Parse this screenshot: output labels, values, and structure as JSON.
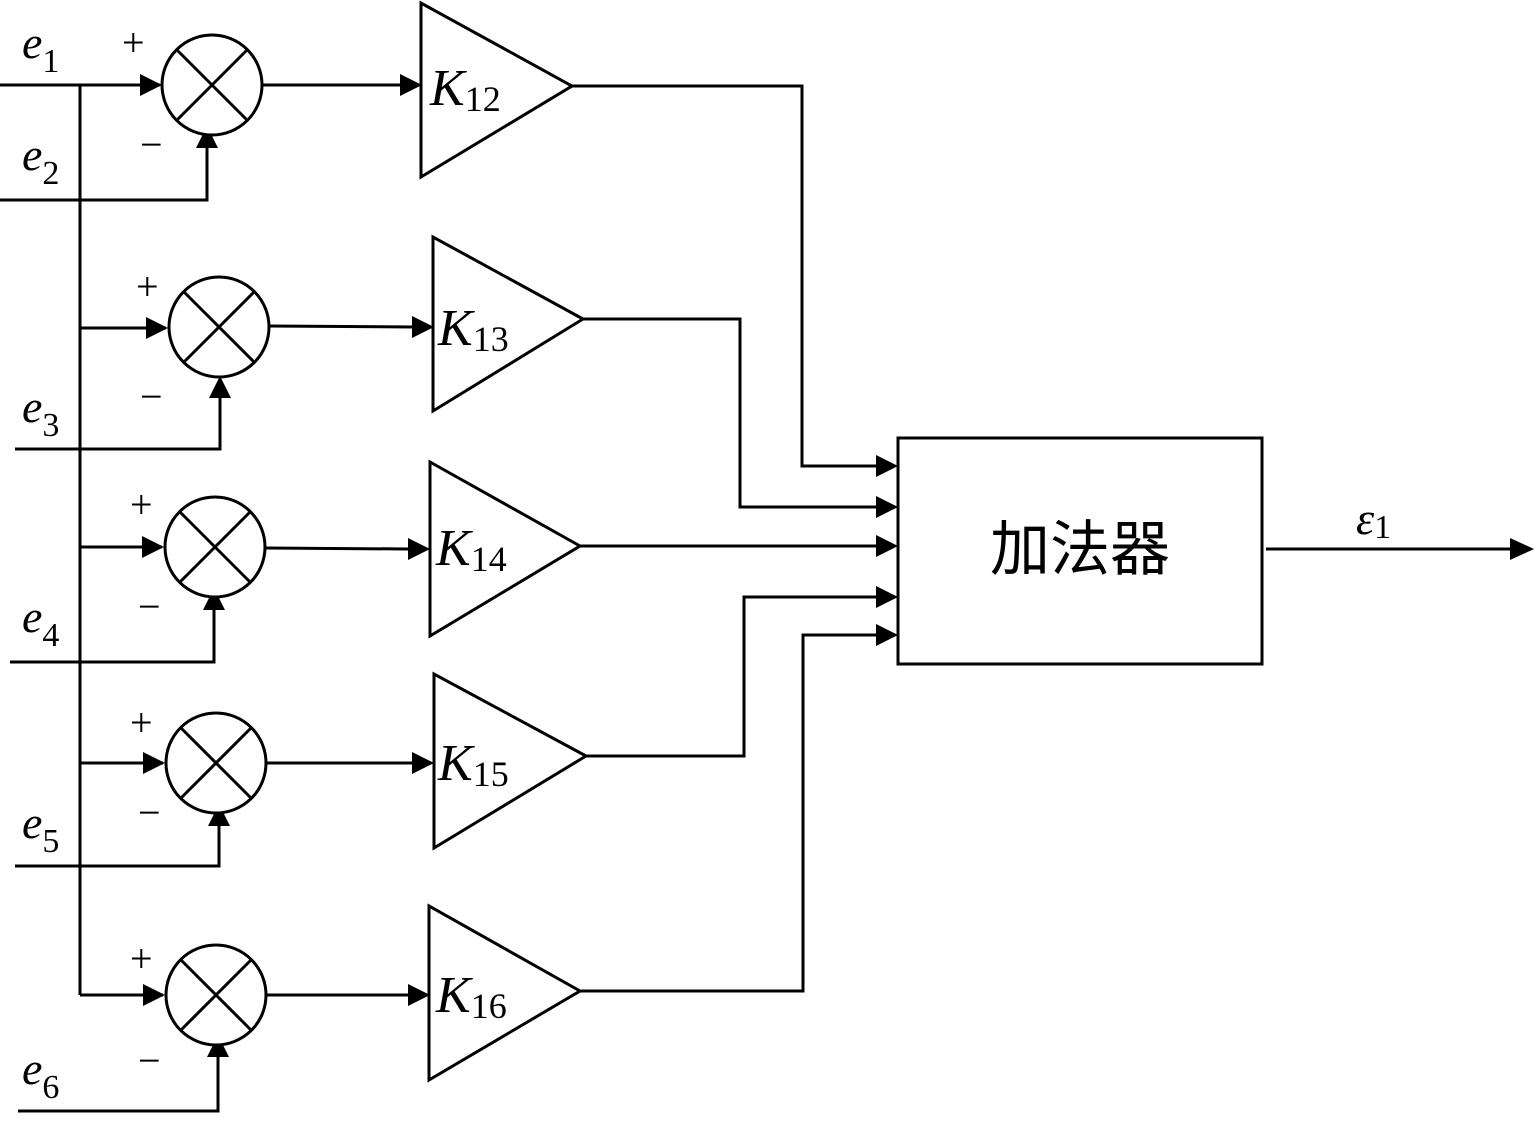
{
  "inputs": [
    {
      "sym": "e",
      "sub": "1"
    },
    {
      "sym": "e",
      "sub": "2"
    },
    {
      "sym": "e",
      "sub": "3"
    },
    {
      "sym": "e",
      "sub": "4"
    },
    {
      "sym": "e",
      "sub": "5"
    },
    {
      "sym": "e",
      "sub": "6"
    }
  ],
  "sign_plus": "+",
  "sign_minus": "−",
  "gains": [
    {
      "sym": "K",
      "sub": "12"
    },
    {
      "sym": "K",
      "sub": "13"
    },
    {
      "sym": "K",
      "sub": "14"
    },
    {
      "sym": "K",
      "sub": "15"
    },
    {
      "sym": "K",
      "sub": "16"
    }
  ],
  "adder": {
    "label": "加法器"
  },
  "output": {
    "sym": "ε",
    "sub": "1"
  }
}
